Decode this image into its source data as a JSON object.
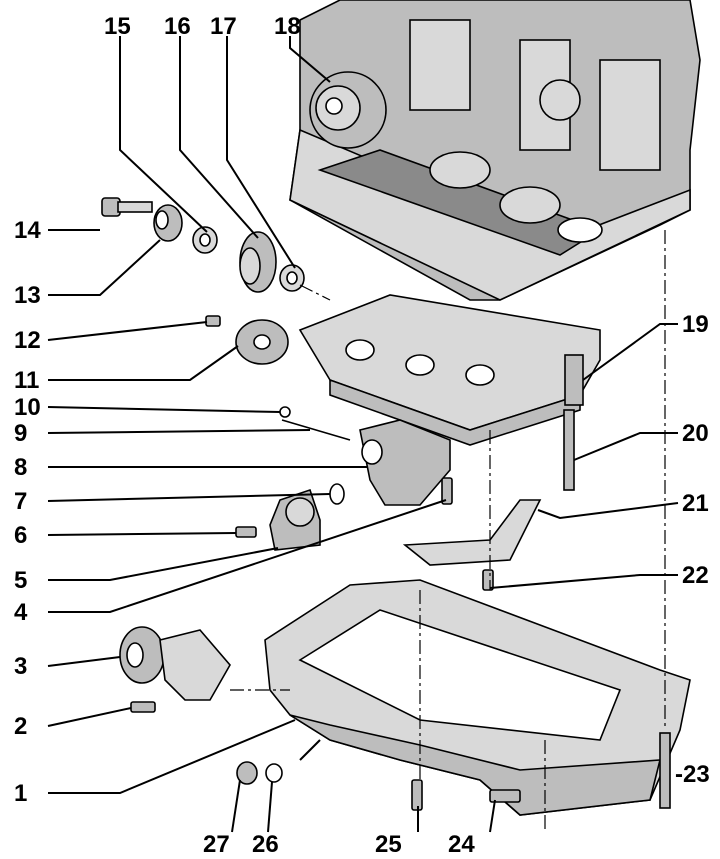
{
  "labels": {
    "l1": "1",
    "l2": "2",
    "l3": "3",
    "l4": "4",
    "l5": "5",
    "l6": "6",
    "l7": "7",
    "l8": "8",
    "l9": "9",
    "l10": "10",
    "l11": "11",
    "l12": "12",
    "l13": "13",
    "l14": "14",
    "l15": "15",
    "l16": "16",
    "l17": "17",
    "l18": "18",
    "l19": "19",
    "l20": "20",
    "l21": "21",
    "l22": "22",
    "l23": "-23",
    "l24": "24",
    "l25": "25",
    "l26": "26",
    "l27": "27"
  }
}
